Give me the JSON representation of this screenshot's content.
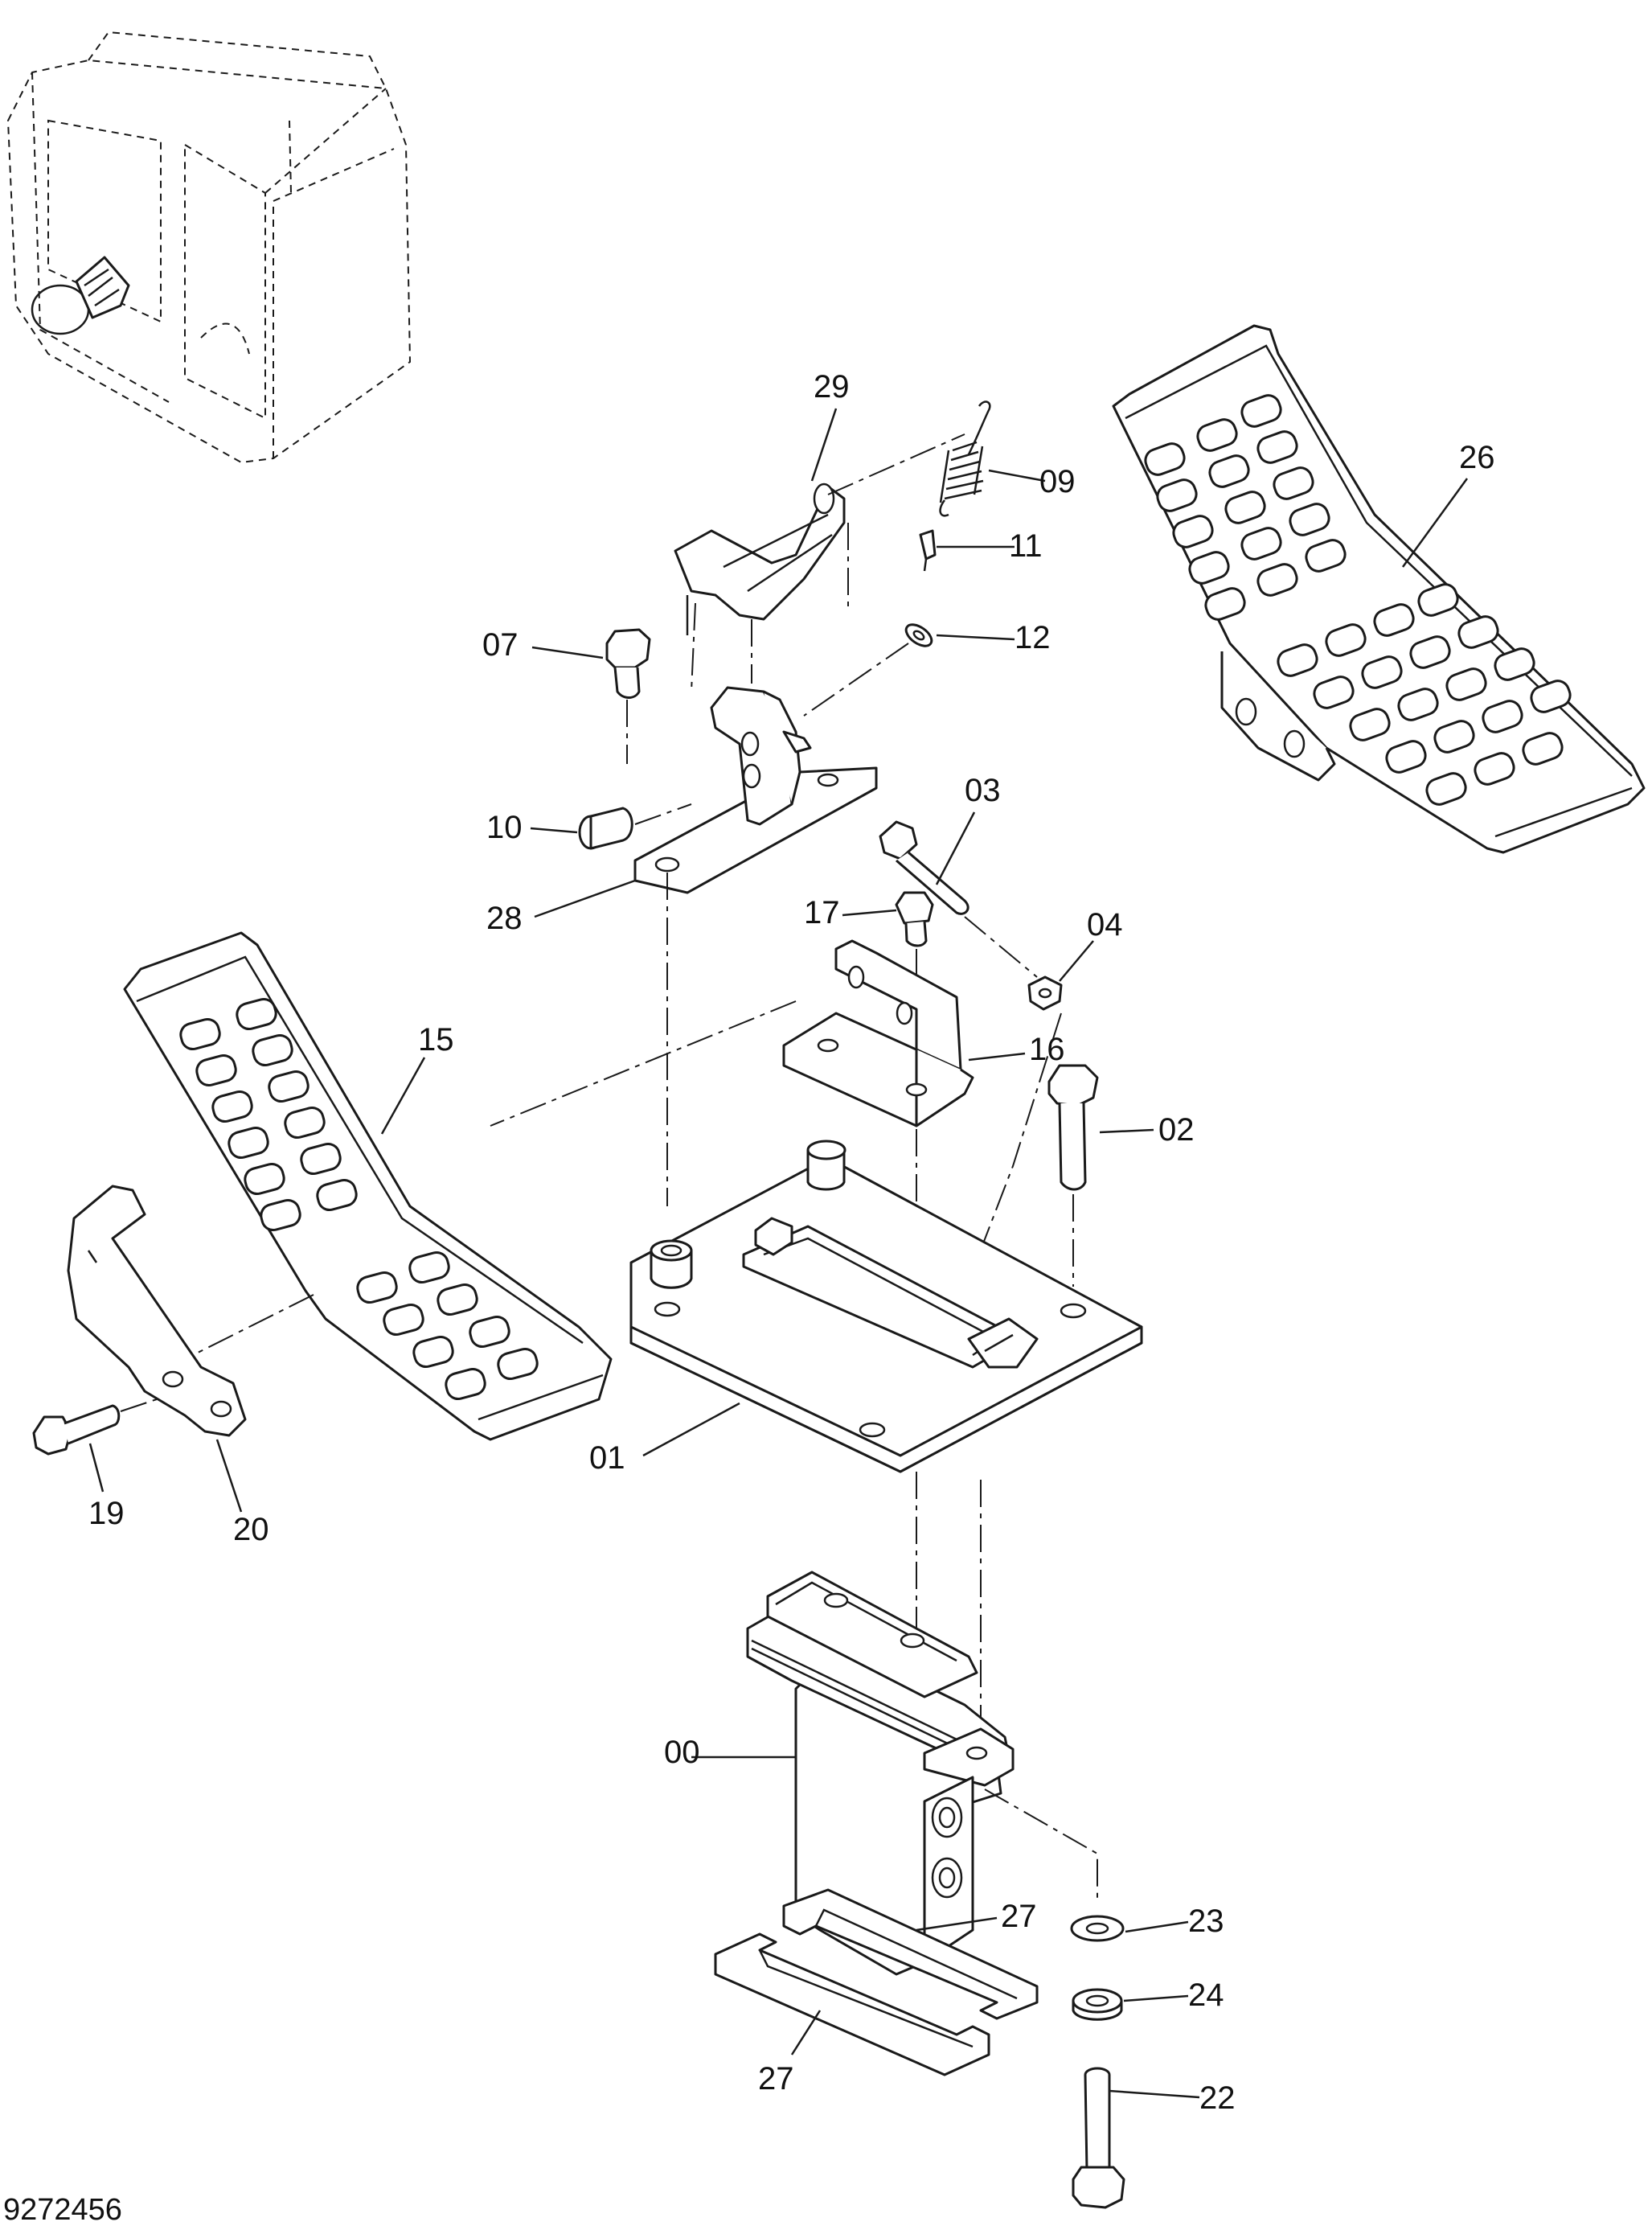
{
  "figure_number": "9272456",
  "callouts": [
    {
      "id": "00",
      "label": "00"
    },
    {
      "id": "01",
      "label": "01"
    },
    {
      "id": "02",
      "label": "02"
    },
    {
      "id": "03",
      "label": "03"
    },
    {
      "id": "04",
      "label": "04"
    },
    {
      "id": "07",
      "label": "07"
    },
    {
      "id": "09",
      "label": "09"
    },
    {
      "id": "10",
      "label": "10"
    },
    {
      "id": "11",
      "label": "11"
    },
    {
      "id": "12",
      "label": "12"
    },
    {
      "id": "15",
      "label": "15"
    },
    {
      "id": "16",
      "label": "16"
    },
    {
      "id": "17",
      "label": "17"
    },
    {
      "id": "19",
      "label": "19"
    },
    {
      "id": "20",
      "label": "20"
    },
    {
      "id": "22",
      "label": "22"
    },
    {
      "id": "23",
      "label": "23"
    },
    {
      "id": "24",
      "label": "24"
    },
    {
      "id": "26",
      "label": "26"
    },
    {
      "id": "27a",
      "label": "27"
    },
    {
      "id": "27b",
      "label": "27"
    },
    {
      "id": "28",
      "label": "28"
    },
    {
      "id": "29",
      "label": "29"
    }
  ]
}
